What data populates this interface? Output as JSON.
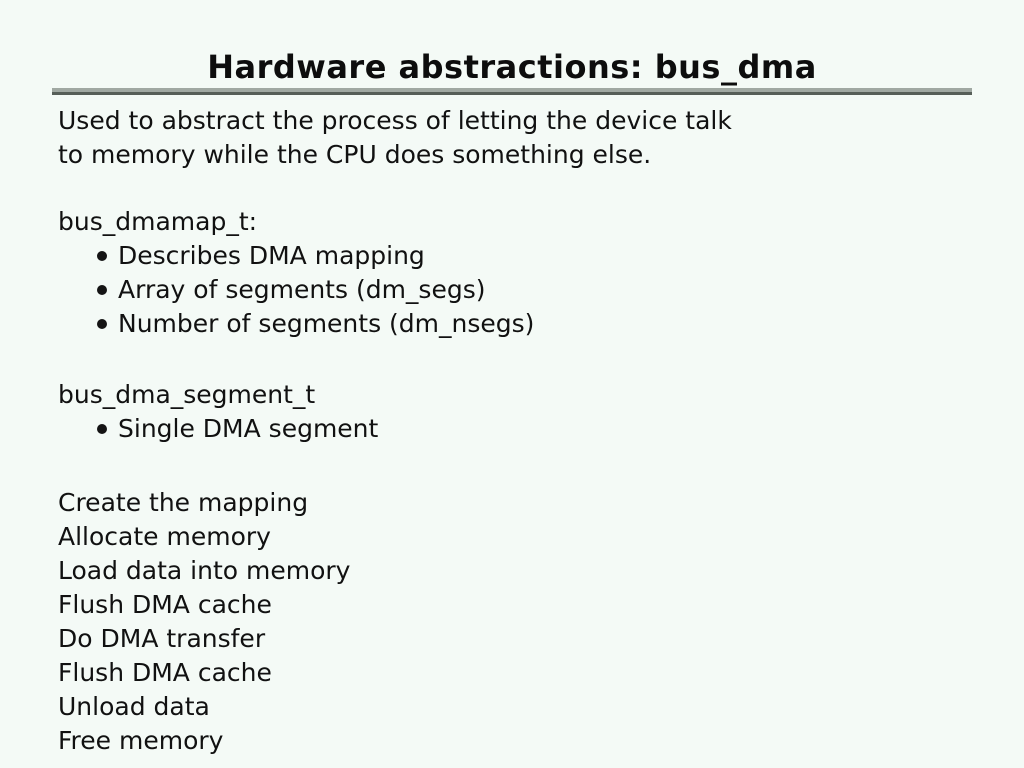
{
  "slide": {
    "title": "Hardware abstractions: bus_dma",
    "intro": [
      "Used to abstract the process of letting the device talk",
      "to memory while the CPU does something else."
    ],
    "sections": [
      {
        "heading": "bus_dmamap_t:",
        "bullets": [
          "Describes DMA mapping",
          "Array of segments (dm_segs)",
          "Number of segments (dm_nsegs)"
        ]
      },
      {
        "heading": "bus_dma_segment_t",
        "bullets": [
          "Single DMA segment"
        ]
      }
    ],
    "steps": [
      "Create the mapping",
      "Allocate memory",
      "Load data into memory",
      "Flush DMA cache",
      "Do DMA transfer",
      "Flush DMA cache",
      "Unload data",
      "Free memory"
    ],
    "colors": {
      "background": "#f4faf6",
      "text": "#111111",
      "rule_light": "#a0a8a2",
      "rule_dark": "#565e58"
    }
  }
}
